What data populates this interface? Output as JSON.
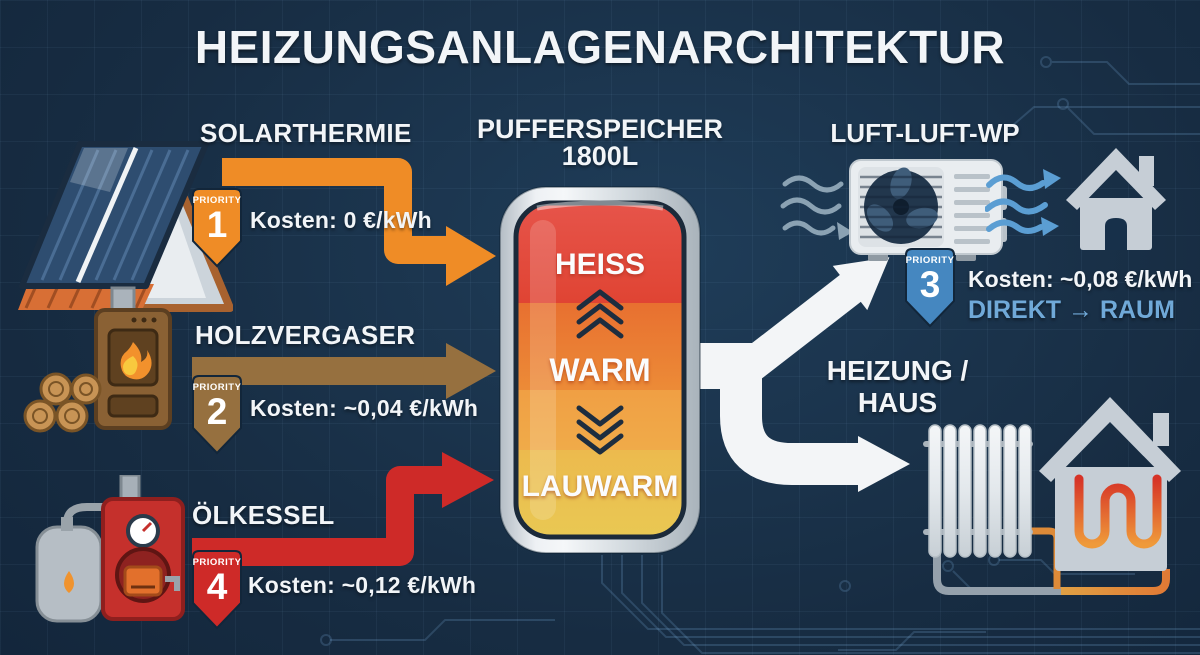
{
  "title": "HEIZUNGSANLAGENARCHITEKTUR",
  "sources": [
    {
      "label": "SOLARTHERMIE",
      "priority_label": "PRIORITY",
      "priority": "1",
      "cost": "Kosten: 0 €/kWh",
      "icon": "solar-roof-icon"
    },
    {
      "label": "HOLZVERGASER",
      "priority_label": "PRIORITY",
      "priority": "2",
      "cost": "Kosten: ~0,04 €/kWh",
      "icon": "wood-gasifier-icon"
    },
    {
      "label": "ÖLKESSEL",
      "priority_label": "PRIORITY",
      "priority": "4",
      "cost": "Kosten: ~0,12 €/kWh",
      "icon": "oil-boiler-icon"
    }
  ],
  "buffer_tank": {
    "title_line1": "PUFFERSPEICHER",
    "title_line2": "1800L",
    "zones": [
      {
        "label": "HEISS"
      },
      {
        "label": "WARM"
      },
      {
        "label": "LAUWARM"
      }
    ]
  },
  "heat_pump": {
    "label": "LUFT-LUFT-WP",
    "priority_label": "PRIORITY",
    "priority": "3",
    "cost": "Kosten: ~0,08 €/kWh",
    "mode": "DIREKT → RAUM"
  },
  "distribution": {
    "label": "HEIZUNG / HAUS"
  },
  "colors": {
    "accent_orange": "#ef8c26",
    "accent_brown": "#96703f",
    "accent_red": "#ce2a28",
    "accent_blue": "#4587c0",
    "text_light_blue": "#70a9d8",
    "tank_hot": "#e24036",
    "tank_warm": "#ee8b36",
    "tank_lukewarm": "#e9c853",
    "white_arrow": "#f3f5f7"
  }
}
